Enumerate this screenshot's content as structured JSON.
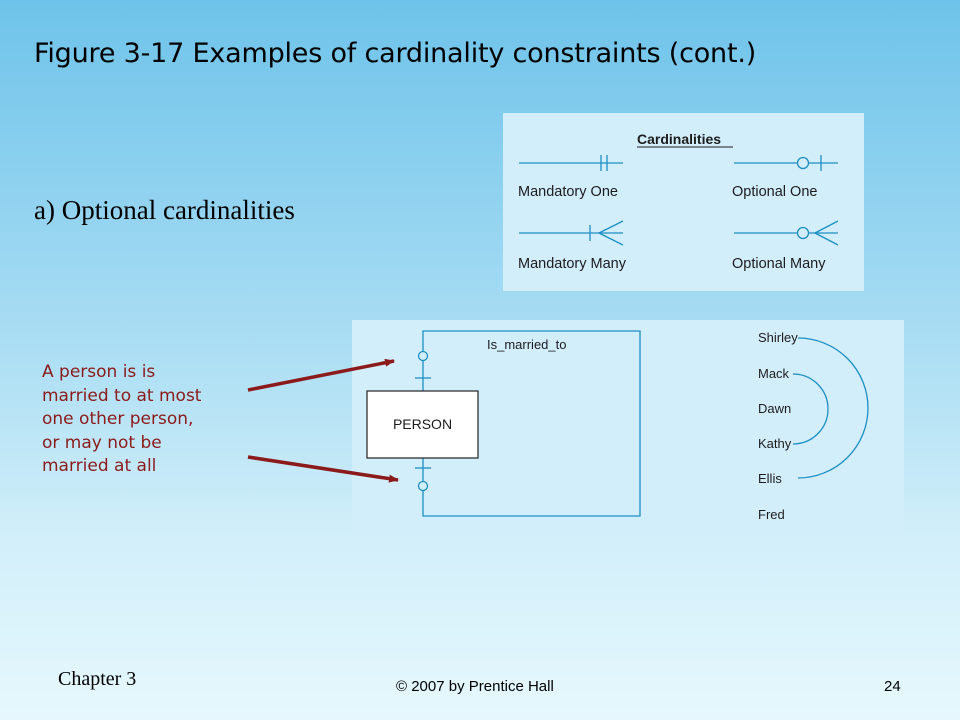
{
  "slide": {
    "title": "Figure 3-17 Examples of cardinality constraints (cont.)",
    "subtitle": "a) Optional cardinalities",
    "note_lines": [
      "A person is is",
      "married to at most",
      "one other person,",
      "or may not be",
      "married at all"
    ],
    "note_color": "#8b1a1a",
    "footer": {
      "chapter": "Chapter 3",
      "copyright": "© 2007 by Prentice Hall",
      "page": "24"
    }
  },
  "legend": {
    "heading": "Cardinalities",
    "items": [
      {
        "label": "Mandatory One",
        "symbol": "mandatory-one"
      },
      {
        "label": "Optional One",
        "symbol": "optional-one"
      },
      {
        "label": "Mandatory Many",
        "symbol": "mandatory-many"
      },
      {
        "label": "Optional Many",
        "symbol": "optional-many"
      }
    ],
    "line_color": "#1b8fc4"
  },
  "diagram": {
    "entity": "PERSON",
    "relationship": "Is_married_to",
    "instances": [
      "Shirley",
      "Mack",
      "Dawn",
      "Kathy",
      "Ellis",
      "Fred"
    ],
    "pairs": [
      [
        "Shirley",
        "Ellis"
      ],
      [
        "Mack",
        "Kathy"
      ]
    ],
    "line_color": "#1b8fc4"
  }
}
